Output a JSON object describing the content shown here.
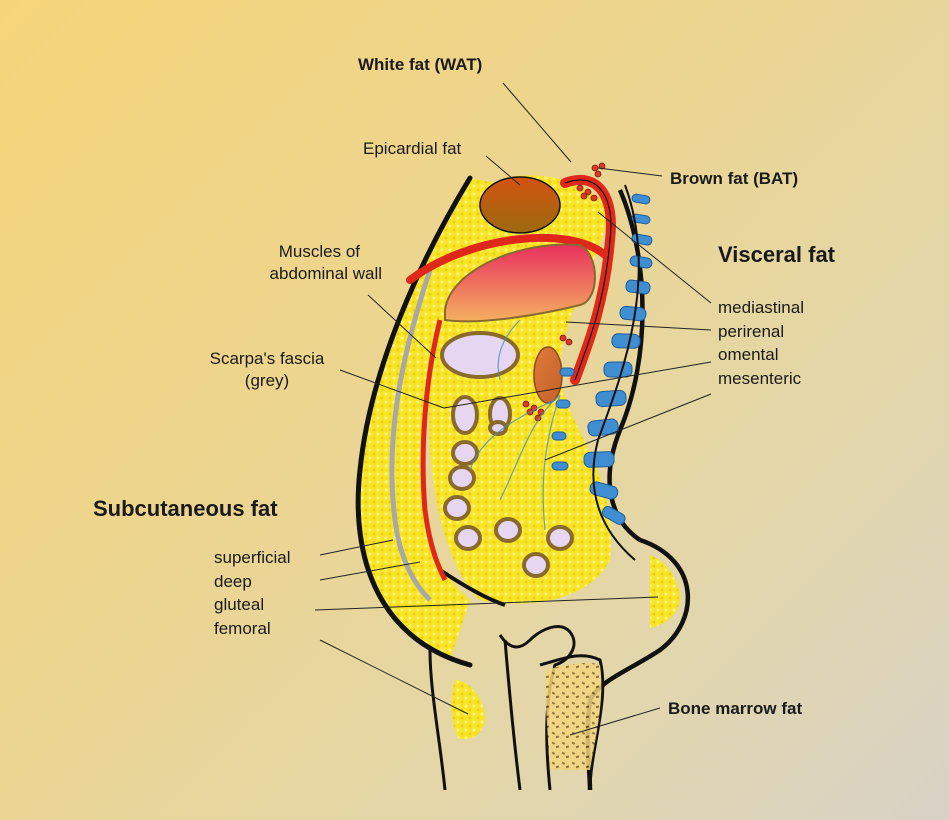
{
  "labels": {
    "white_fat": "White fat (WAT)",
    "epicardial_fat": "Epicardial fat",
    "brown_fat": "Brown fat (BAT)",
    "muscles_line1": "Muscles of",
    "muscles_line2": "abdominal wall",
    "visceral_fat": "Visceral fat",
    "scarpa_line1": "Scarpa's fascia",
    "scarpa_line2": "(grey)",
    "subcutaneous_fat": "Subcutaneous fat",
    "bone_marrow_fat": "Bone marrow fat"
  },
  "visceral_list": [
    "mediastinal",
    "perirenal",
    "omental",
    "mesenteric"
  ],
  "subcutaneous_list": [
    "superficial",
    "deep",
    "gluteal",
    "femoral"
  ],
  "colors": {
    "white_fat": "#f5e21c",
    "muscle": "#e0281a",
    "vertebra": "#3f8ed1",
    "fascia": "#a8a8a8",
    "outline": "#111111",
    "brown_fat": "#d93a25",
    "bowel_fill": "#e7d6f1",
    "bowel_ring": "#8a6a2c"
  }
}
